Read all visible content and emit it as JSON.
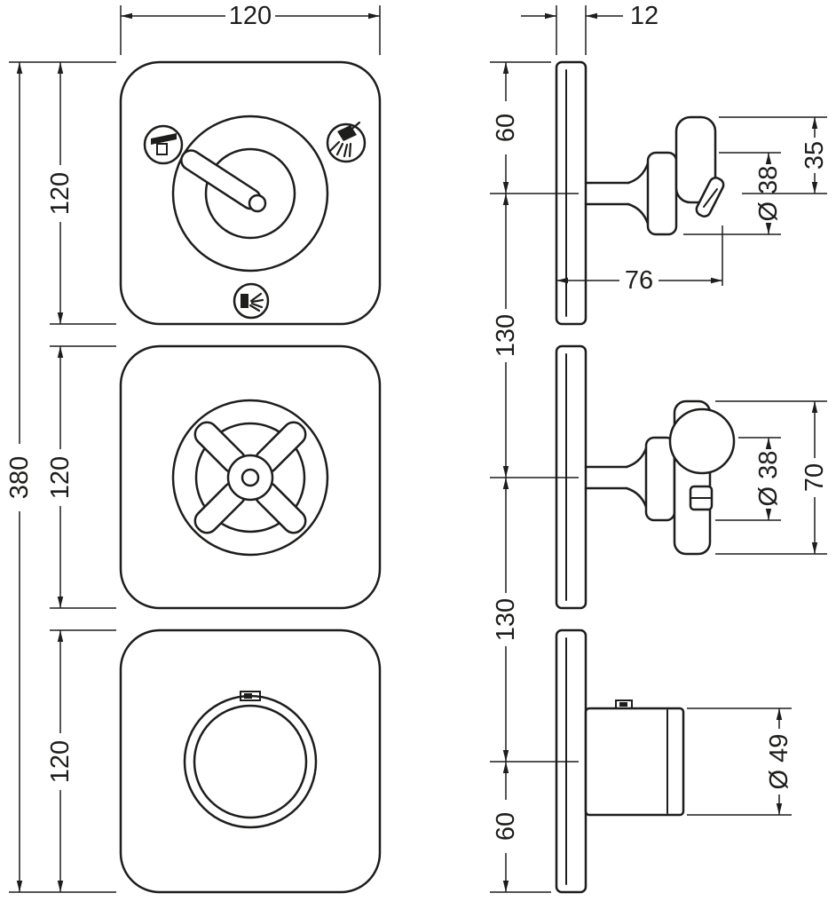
{
  "colors": {
    "line": "#1d1d1b",
    "background": "#ffffff"
  },
  "front_view": {
    "module1": {
      "control": "lever-diverter",
      "icons": [
        "overhead-shower",
        "hand-shower",
        "bath-spout"
      ]
    },
    "module2": {
      "control": "cross-handle-volume-control"
    },
    "module3": {
      "control": "thermostat-temperature-knob"
    }
  },
  "side_view": {
    "modules": [
      "lever-handle-profile",
      "cross-handle-profile",
      "thermostat-knob-profile"
    ]
  },
  "dims": {
    "width": "120",
    "module1_height": "120",
    "module2_height": "120",
    "module3_height": "120",
    "total_height": "380",
    "plate_thickness": "12",
    "offset_top": "60",
    "spacing_upper": "130",
    "spacing_lower": "130",
    "offset_bottom": "60",
    "projection": "76",
    "lever_rosette_dia": "Ø 38",
    "lever_rise": "35",
    "cross_rosette_dia": "Ø 38",
    "cross_handle_height": "70",
    "knob_dia": "Ø 49"
  }
}
